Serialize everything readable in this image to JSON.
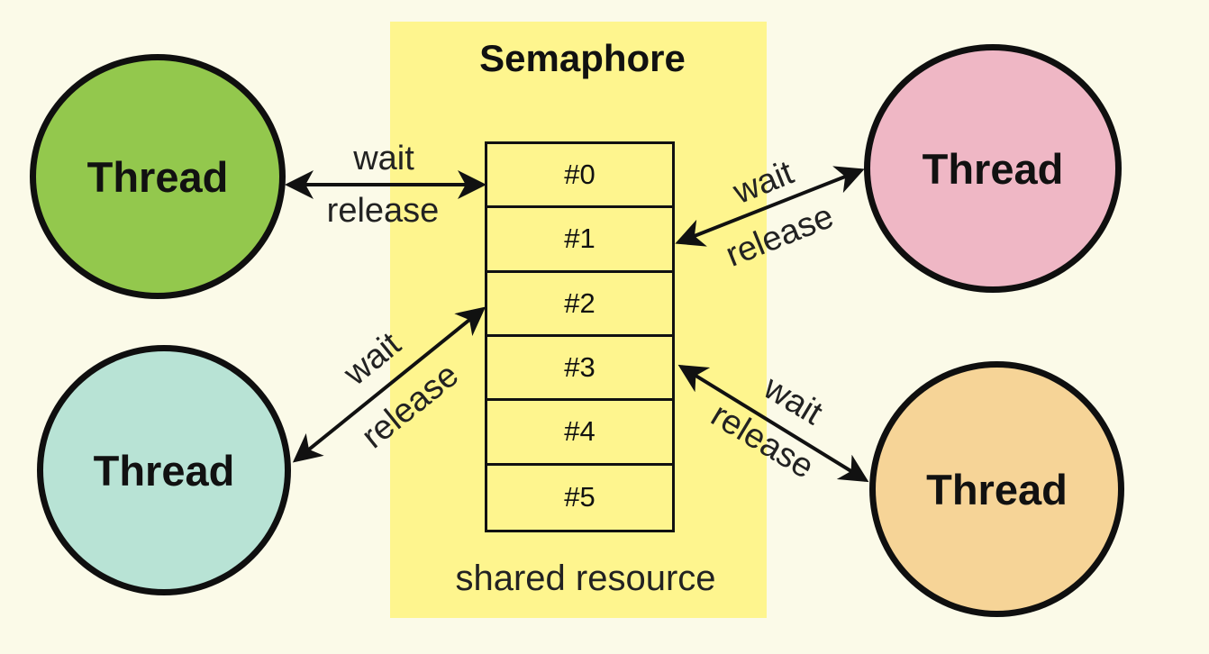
{
  "diagram": {
    "title": "Semaphore",
    "slots": [
      "#0",
      "#1",
      "#2",
      "#3",
      "#4",
      "#5"
    ],
    "caption": "shared resource",
    "threads": [
      {
        "label": "Thread",
        "color": "#93c84d"
      },
      {
        "label": "Thread",
        "color": "#b8e3d5"
      },
      {
        "label": "Thread",
        "color": "#efb7c5"
      },
      {
        "label": "Thread",
        "color": "#f6d497"
      }
    ],
    "edges": [
      {
        "wait": "wait",
        "release": "release"
      },
      {
        "wait": "wait",
        "release": "release"
      },
      {
        "wait": "wait",
        "release": "release"
      },
      {
        "wait": "wait",
        "release": "release"
      }
    ]
  }
}
